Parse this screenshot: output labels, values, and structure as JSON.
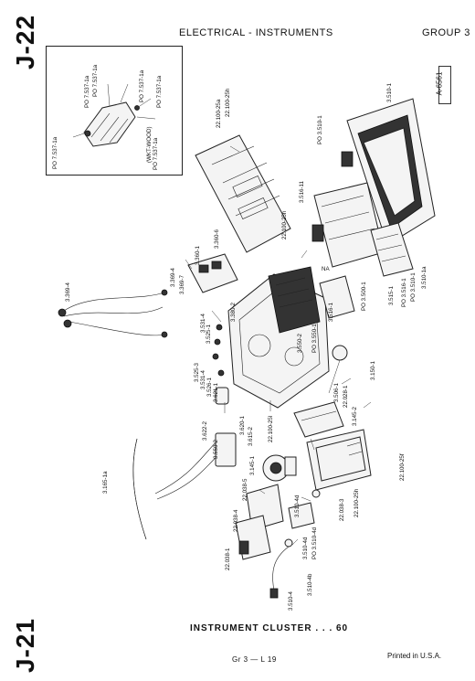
{
  "header": {
    "page_code_top": "J-22",
    "title": "ELECTRICAL - INSTRUMENTS",
    "group": "GROUP 3",
    "ref_box": "A-6561"
  },
  "inset": {
    "note": "(WKT-WOOD)",
    "labels": [
      "PO 7.537-1a",
      "PO 7.537-1a",
      "PO 7.537-1a",
      "PO 7.537-1a",
      "PO 7.537-1a",
      "PO 7.537-1a"
    ]
  },
  "diagram": {
    "labels": [
      "22.100-25a",
      "22.100-25h",
      "3.360-1",
      "3.360-6",
      "3.369-4",
      "3.369-7",
      "3.369-4",
      "22.100-25h",
      "3.516-11",
      "PO 3.510-1",
      "3.510-1",
      "3.380-2",
      "3.525-1",
      "3.531-4",
      "3.525-3",
      "3.531-4",
      "3.526-1",
      "3.621-1",
      "3.622-2",
      "3.550-2",
      "3.620-1",
      "3.615-2",
      "22.100-25l",
      "3.145-1",
      "3.550-2",
      "PO 3.550-1",
      "3.516-1",
      "PO 3.500-1",
      "3.515-1",
      "PO 3.516-1",
      "PO 3.510-1",
      "3.510-1a",
      "3.506-1",
      "22.028-1",
      "3.145-2",
      "3.150-1",
      "22.038-5",
      "22.038-4",
      "3.510-4d",
      "22.038-3",
      "22.100-25h",
      "22.100-25f",
      "PO 3.510-4d",
      "3.510-4d",
      "3.510-4b",
      "3.510-4",
      "22.038-1",
      "3.165-1a",
      "NA"
    ]
  },
  "caption": "INSTRUMENT CLUSTER . . . 60",
  "footer": {
    "center": "Gr 3 — L 19",
    "right": "Printed in U.S.A.",
    "page_code_bottom": "J-21"
  }
}
